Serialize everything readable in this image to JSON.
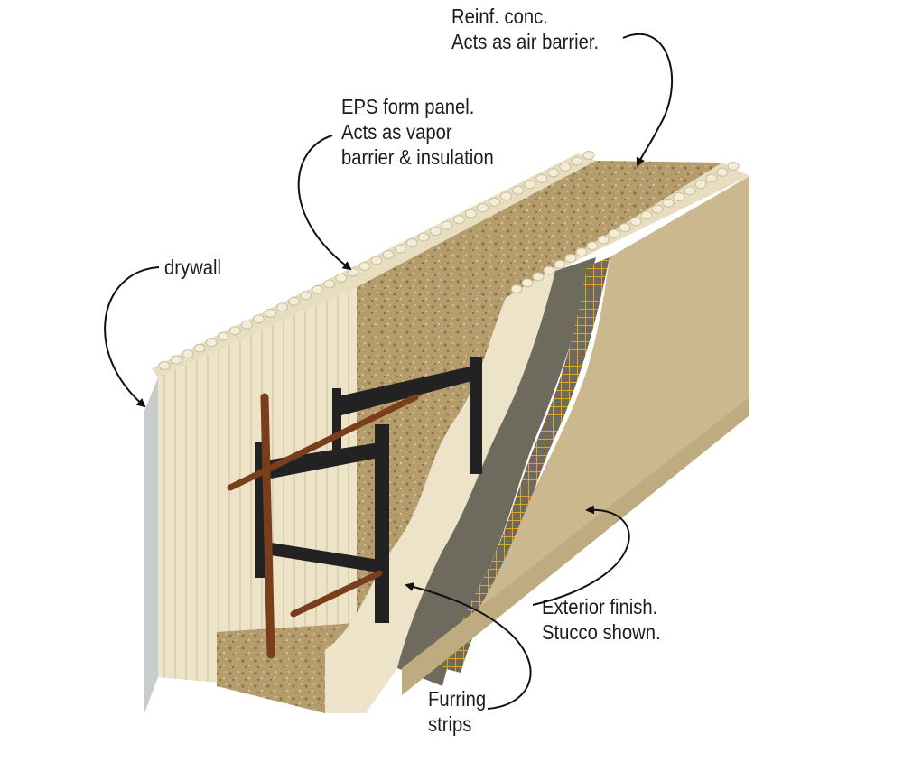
{
  "diagram": {
    "labels": {
      "reinforced_concrete": [
        "Reinf. conc.",
        "Acts as air barrier."
      ],
      "eps_form_panel": [
        "EPS form panel.",
        "Acts as vapor",
        "barrier & insulation"
      ],
      "drywall": [
        "drywall"
      ],
      "exterior_finish": [
        "Exterior finish.",
        "Stucco shown."
      ],
      "furring_strips": [
        "Furring",
        "strips"
      ]
    },
    "colors": {
      "eps_foam": "#ece3c8",
      "eps_shadow": "#cfc3a0",
      "concrete": "#b59c6d",
      "concrete_dark": "#8b7448",
      "stucco": "#cbb88e",
      "base_coat": "#6e6a5e",
      "mesh": "#e0a623",
      "furring_strip": "#222222",
      "rebar": "#7a3e1c",
      "drywall": "#c8ccca"
    }
  }
}
